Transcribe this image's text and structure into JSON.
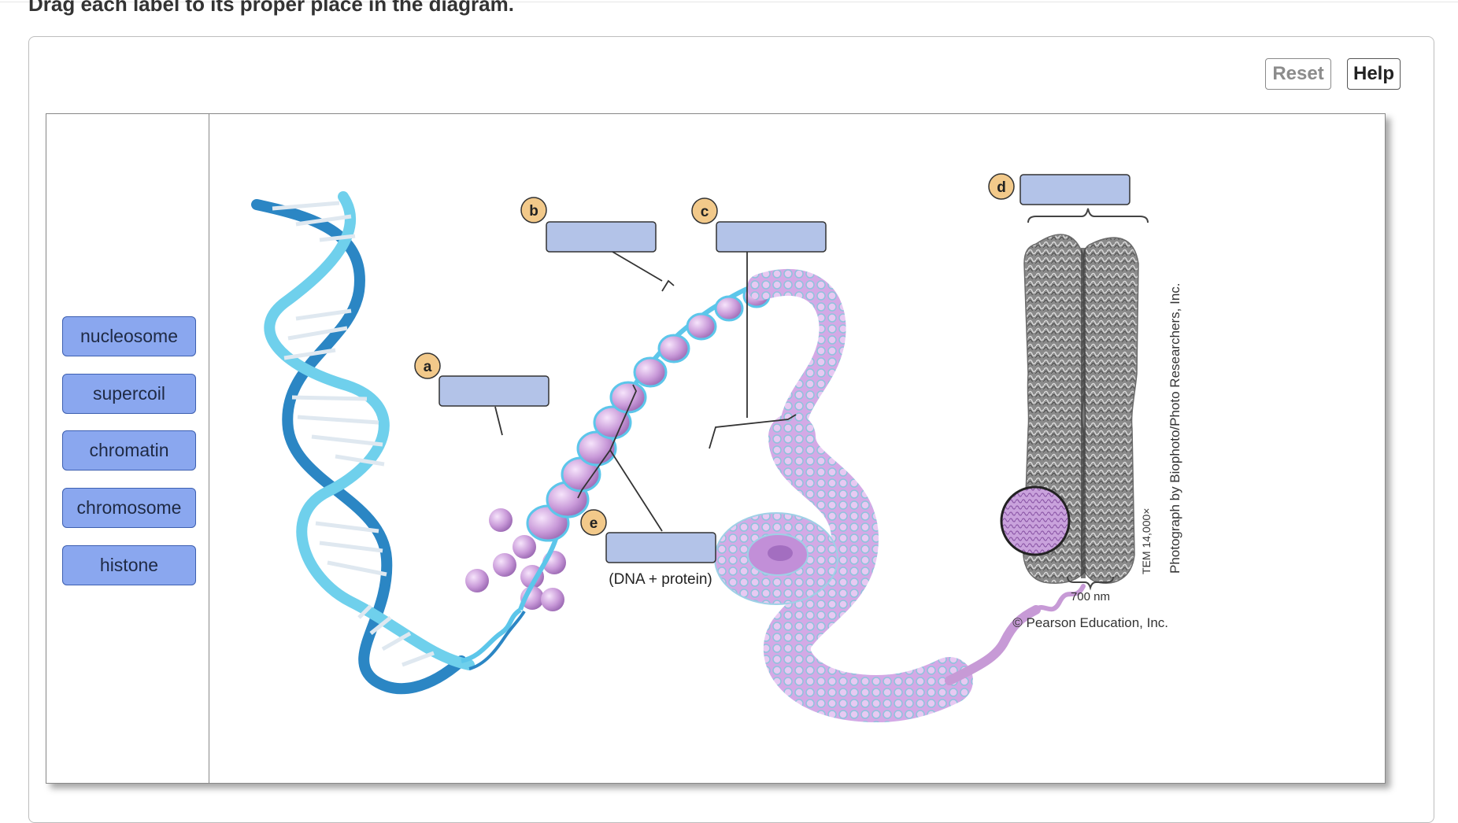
{
  "instructions": "Drag each label to its proper place in the diagram.",
  "buttons": {
    "reset": "Reset",
    "help": "Help"
  },
  "labels": [
    "nucleosome",
    "supercoil",
    "chromatin",
    "chromosome",
    "histone"
  ],
  "targets": {
    "a": "a",
    "b": "b",
    "c": "c",
    "d": "d",
    "e": "e"
  },
  "annotations": {
    "dna_protein": "(DNA + protein)",
    "scale": "700 nm",
    "magnification": "TEM 14,000×",
    "photo_credit": "Photograph by Biophoto/Photo Researchers, Inc.",
    "copyright": "© Pearson Education, Inc."
  },
  "colors": {
    "label_fill": "#8aa7ef",
    "target_fill": "#b3c3e8",
    "marker_fill": "#f2c98a",
    "dna_blue": "#2b86c4",
    "histone_purple": "#c79ad6"
  }
}
